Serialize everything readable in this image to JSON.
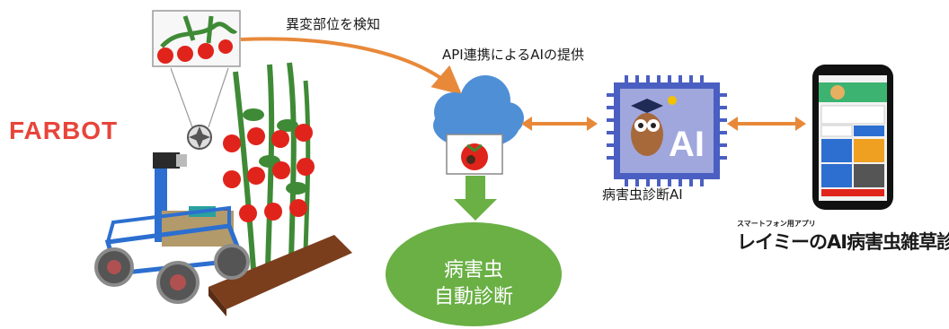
{
  "brand": {
    "name": "FARBOT"
  },
  "labels": {
    "detect": "異変部位を検知",
    "api": "API連携によるAIの提供",
    "ai_chip_caption": "病害虫診断AI",
    "ai_chip_text": "AI",
    "diagnosis_line1": "病害虫",
    "diagnosis_line2": "自動診断",
    "app_subtitle": "スマートフォン用アプリ",
    "app_name": "レイミーのAI病害虫雑草診断"
  },
  "colors": {
    "arrow": "#e8893a",
    "brand": "#e8443a",
    "cloud": "#4f8fd6",
    "green_arrow": "#6ab045",
    "diagnosis_ellipse": "#6ab045",
    "chip": "#4a5fc1",
    "tomato": "#e0241b",
    "leaf": "#3f8a36"
  },
  "icons": [
    "camera-shutter-icon",
    "cloud-icon",
    "tomato-icon",
    "ai-chip-icon",
    "owl-mascot-icon",
    "smartphone-icon",
    "robot-cart-icon"
  ]
}
